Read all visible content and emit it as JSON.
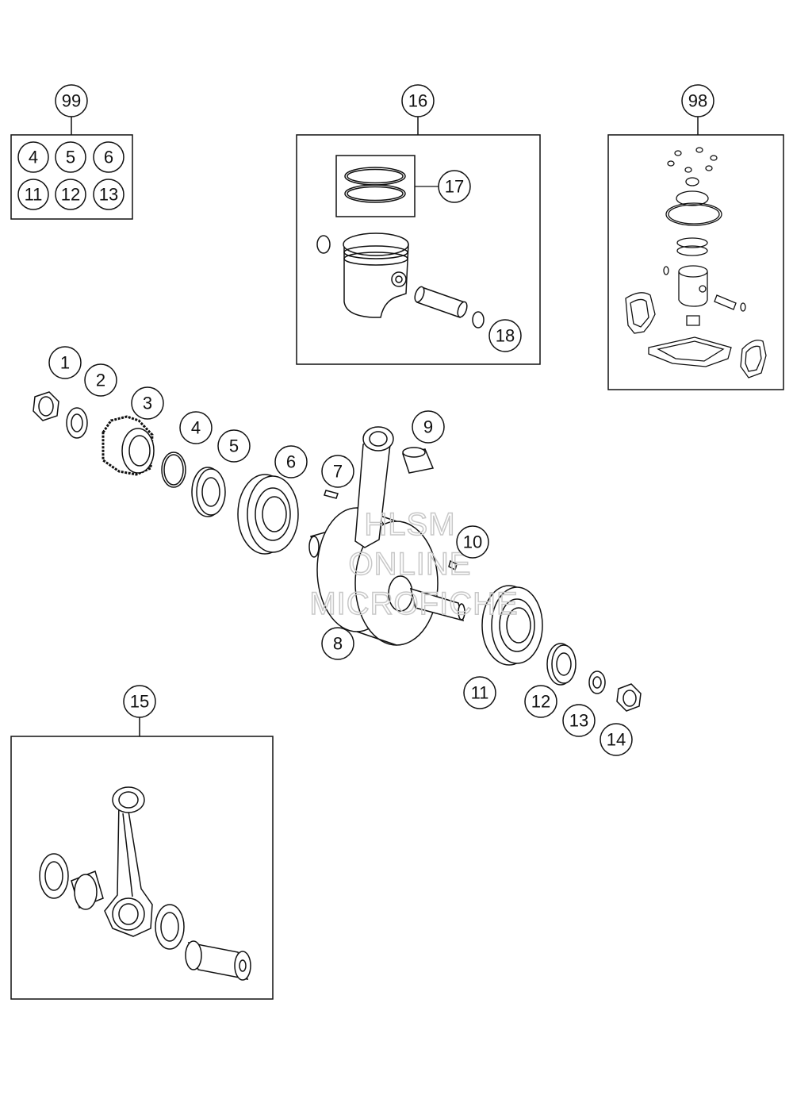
{
  "callouts": {
    "c1": "1",
    "c2": "2",
    "c3": "3",
    "c4": "4",
    "c5": "5",
    "c6": "6",
    "c7": "7",
    "c8": "8",
    "c9": "9",
    "c10": "10",
    "c11": "11",
    "c12": "12",
    "c13": "13",
    "c14": "14",
    "c15": "15",
    "c16": "16",
    "c17": "17",
    "c18": "18",
    "c98": "98",
    "c99": "99"
  },
  "kit99": [
    "4",
    "5",
    "6",
    "11",
    "12",
    "13"
  ],
  "watermark": {
    "line1": "HLSM",
    "line2": "ONLINE",
    "line3": "MICROFICHE"
  }
}
